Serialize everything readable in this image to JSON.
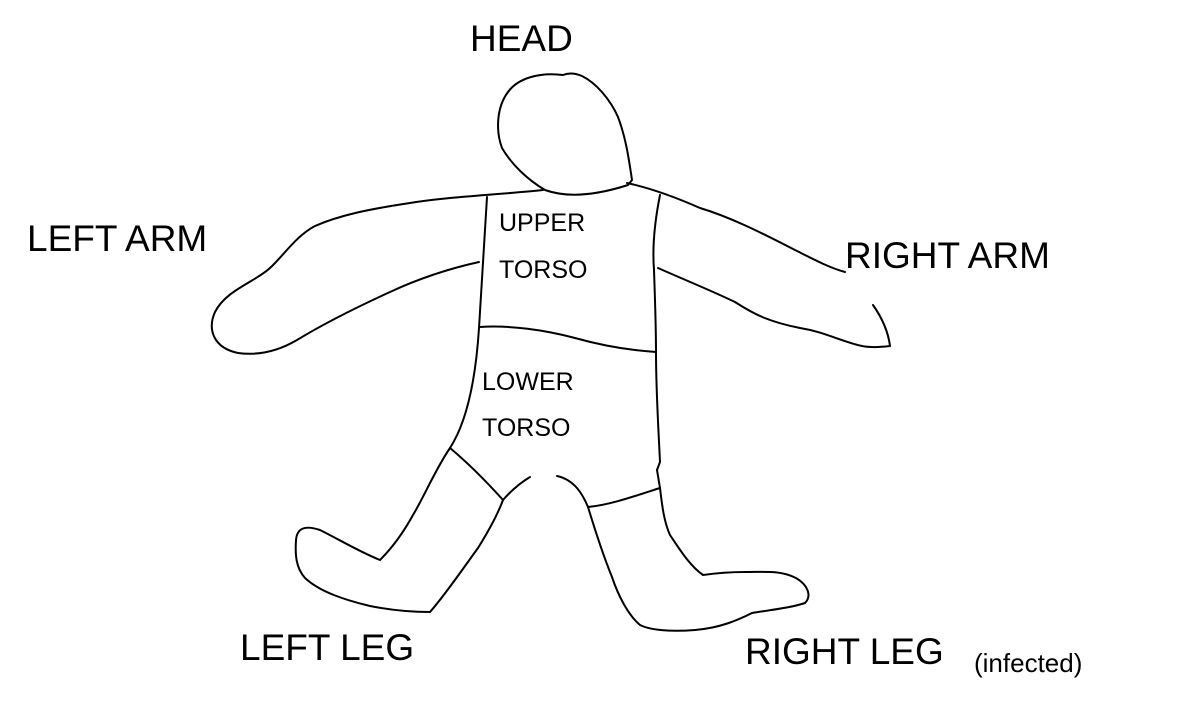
{
  "labels": {
    "head": "HEAD",
    "left_arm": "LEFT ARM",
    "right_arm": "RIGHT ARM",
    "upper_torso_line1": "UPPER",
    "upper_torso_line2": "TORSO",
    "lower_torso_line1": "LOWER",
    "lower_torso_line2": "TORSO",
    "left_leg": "LEFT LEG",
    "right_leg": "RIGHT LEG",
    "right_leg_note": "(infected)"
  },
  "colors": {
    "stroke": "#000000",
    "background": "#ffffff"
  }
}
